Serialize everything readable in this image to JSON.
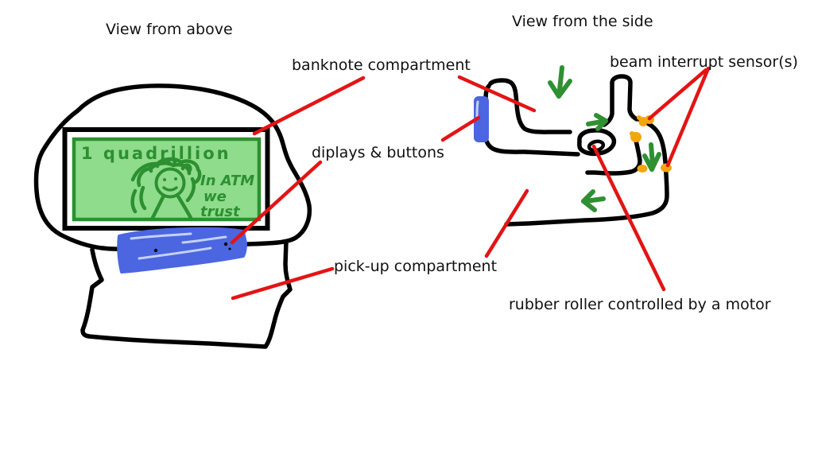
{
  "titles": {
    "above_view": "View from above",
    "side_view": "View from the side"
  },
  "labels": {
    "banknote_compartment": "banknote compartment",
    "displays_buttons": "diplays & buttons",
    "pickup_compartment": "pick-up compartment",
    "rubber_roller": "rubber roller controlled by a motor",
    "beam_sensors": "beam interrupt sensor(s)"
  },
  "banknote": {
    "denomination": "1 quadrillion",
    "motto_line1": "In ATM",
    "motto_line2": "we",
    "motto_line3": "trust"
  },
  "icons": {
    "arrows": [
      "down-arrow-icon",
      "right-arrow-icon",
      "down-arrow-icon",
      "left-arrow-icon"
    ],
    "sensor_dots": 5
  },
  "colors": {
    "annotation_red": "#e31414",
    "arrow_green": "#2f9032",
    "doodle_green": "#2d9030",
    "note_fill": "#8fdc8d",
    "note_border": "#2d9030",
    "blue": "#4b66e0",
    "sensor_orange": "#f3a50f",
    "ink_black": "#000000",
    "text_black": "#111111"
  }
}
